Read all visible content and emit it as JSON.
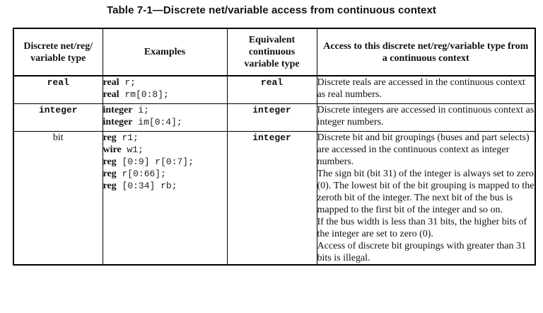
{
  "caption": "Table 7-1—Discrete net/variable access from continuous context",
  "headers": [
    "Discrete net/reg/ variable type",
    "Examples",
    "Equivalent continuous variable type",
    "Access to this discrete net/reg/variable type from a continuous context"
  ],
  "rows": [
    {
      "type": "real",
      "examples": [
        {
          "keyword": "real",
          "rest": " r;"
        },
        {
          "keyword": "real",
          "rest": " rm[0:8];"
        }
      ],
      "equivalent": "real",
      "description": [
        "Discrete reals are accessed in the continuous context as real numbers."
      ]
    },
    {
      "type": "integer",
      "examples": [
        {
          "keyword": "integer",
          "rest": " i;"
        },
        {
          "keyword": "integer",
          "rest": " im[0:4];"
        }
      ],
      "equivalent": "integer",
      "description": [
        "Discrete integers are accessed in continuous context as integer numbers."
      ]
    },
    {
      "type": "bit",
      "examples": [
        {
          "keyword": "reg",
          "rest": " r1;"
        },
        {
          "keyword": "wire",
          "rest": " w1;"
        },
        {
          "keyword": "reg",
          "rest": " [0:9] r[0:7];"
        },
        {
          "keyword": "reg",
          "rest": " r[0:66];"
        },
        {
          "keyword": "reg",
          "rest": " [0:34] rb;"
        }
      ],
      "equivalent": "integer",
      "description": [
        "Discrete bit and bit groupings (buses and part selects) are accessed in the continuous context as integer numbers.",
        "The sign bit (bit 31) of the integer is always set to zero (0). The lowest bit of the bit grouping is mapped to the zeroth bit of the integer. The next bit of the bus is mapped to the first bit of the integer and so on.",
        "If the bus width is less than 31 bits, the higher bits of the integer are set to zero (0).",
        "Access of discrete bit groupings with greater than 31 bits is illegal."
      ]
    }
  ]
}
